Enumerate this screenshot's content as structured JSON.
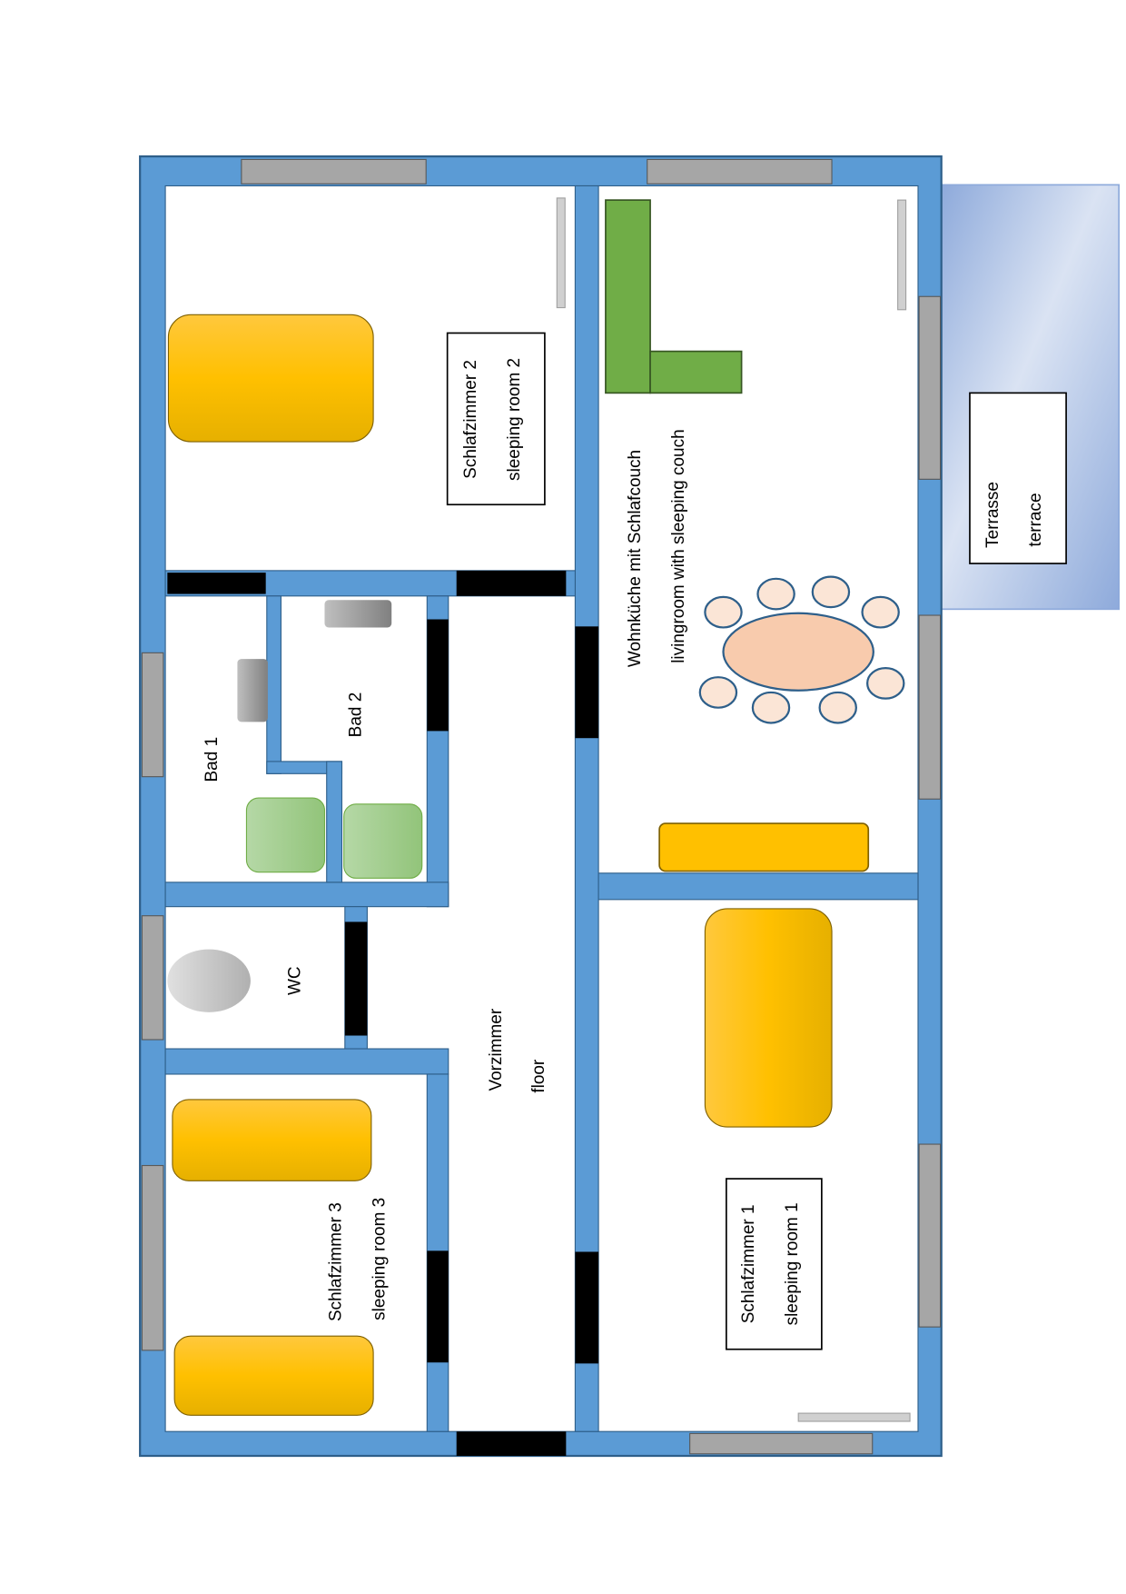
{
  "rooms": {
    "bedroom2": {
      "de": "Schlafzimmer 2",
      "en": "sleeping room 2"
    },
    "living": {
      "de": "Wohnküche mit Schlafcouch",
      "en": "livingroom with sleeping couch"
    },
    "terrace": {
      "de": "Terrasse",
      "en": "terrace"
    },
    "bath1": {
      "label": "Bad 1"
    },
    "bath2": {
      "label": "Bad 2"
    },
    "wc": {
      "label": "WC"
    },
    "hall": {
      "de": "Vorzimmer",
      "en": "floor"
    },
    "bedroom3": {
      "de": "Schlafzimmer 3",
      "en": "sleeping room 3"
    },
    "bedroom1": {
      "de": "Schlafzimmer 1",
      "en": "sleeping room 1"
    }
  },
  "colors": {
    "wall": "#5b9bd5",
    "window": "#a6a6a6",
    "door": "#000000",
    "bed": "#ffc000",
    "couch": "#70ad47",
    "table": "#f8cbad",
    "tub": "#a9d18e"
  }
}
